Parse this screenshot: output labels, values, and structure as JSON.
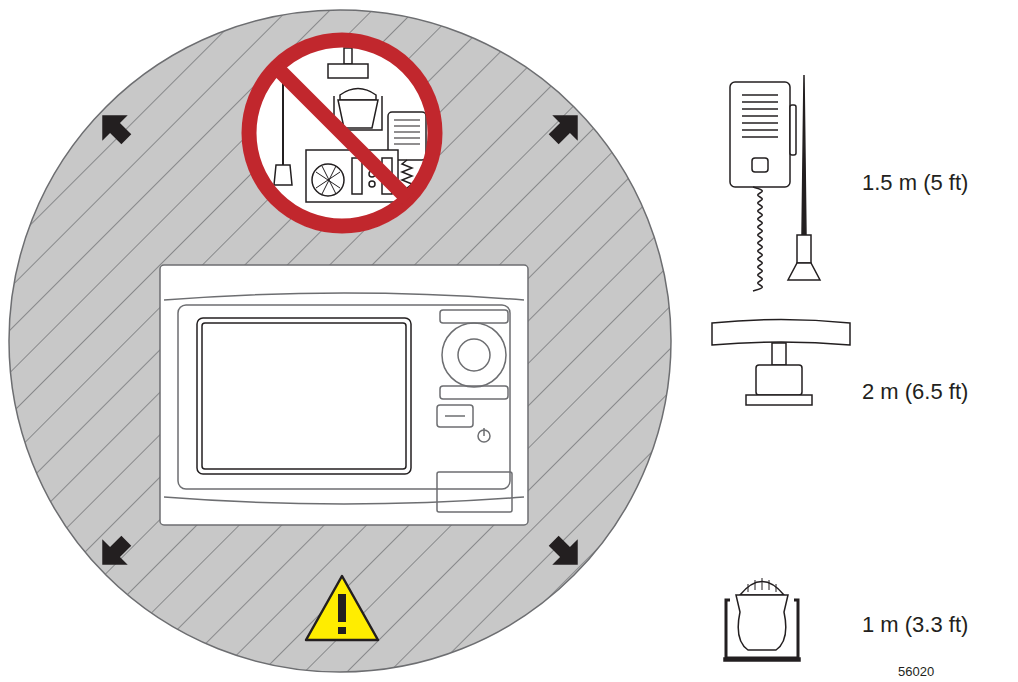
{
  "diagram": {
    "labels": [
      "1.5 m (5 ft)",
      "2 m (6.5 ft)",
      "1 m (3.3 ft)",
      "56020"
    ]
  }
}
